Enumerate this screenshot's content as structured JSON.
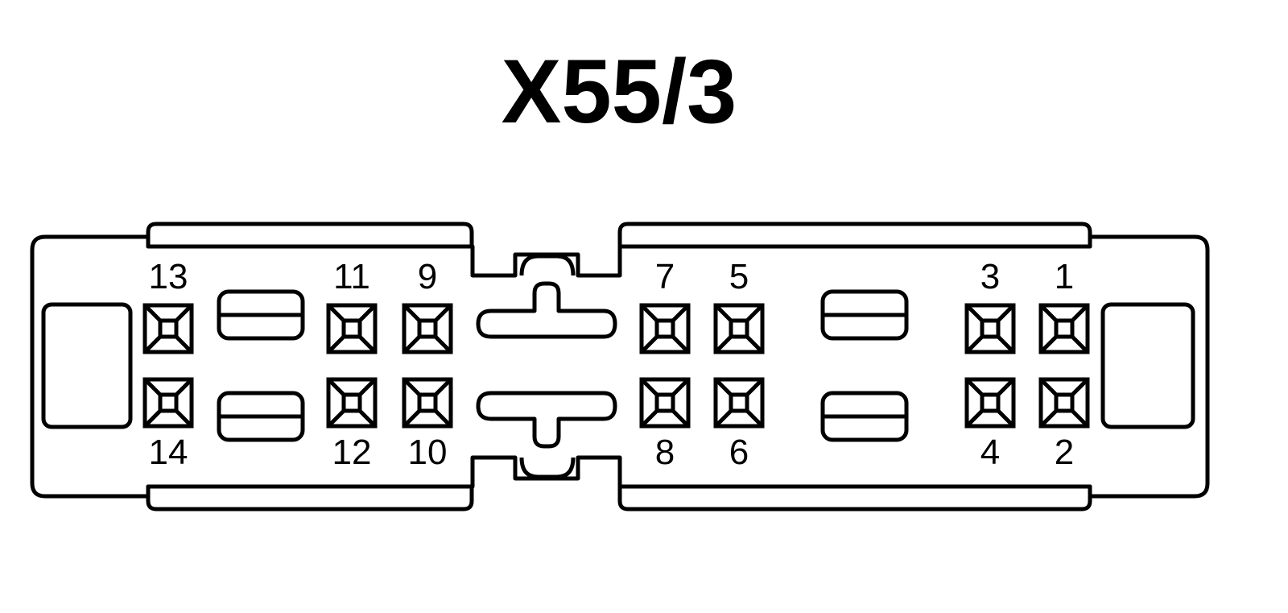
{
  "connector": {
    "title": "X55/3",
    "pins_top": [
      "13",
      "11",
      "9",
      "7",
      "5",
      "3",
      "1"
    ],
    "pins_bottom": [
      "14",
      "12",
      "10",
      "8",
      "6",
      "4",
      "2"
    ]
  },
  "colors": {
    "line": "#000000",
    "background": "#ffffff"
  }
}
